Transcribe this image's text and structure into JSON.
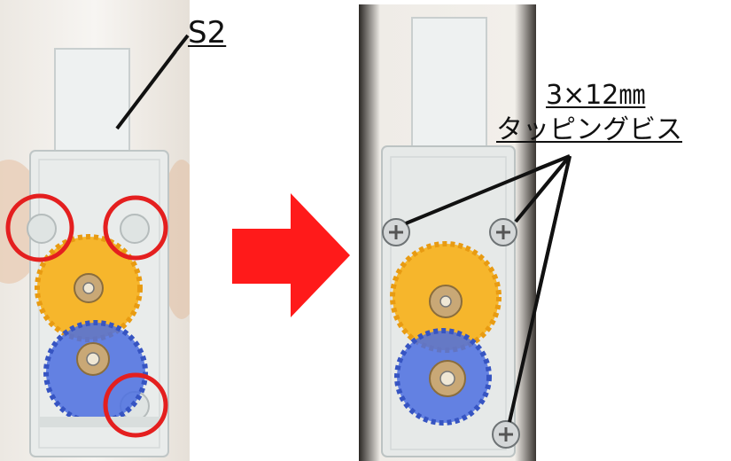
{
  "labels": {
    "part_name": "S2",
    "screw_size": "3×12㎜",
    "screw_type": "タッピングビス"
  },
  "colors": {
    "highlight_circle": "#e41f1f",
    "arrow": "#ff1a1a",
    "gear_yellow": "#f6b62c",
    "gear_blue": "#4b6fe0"
  },
  "images": {
    "before": "gearbox-with-holes-circled",
    "after": "gearbox-with-screws-installed"
  }
}
